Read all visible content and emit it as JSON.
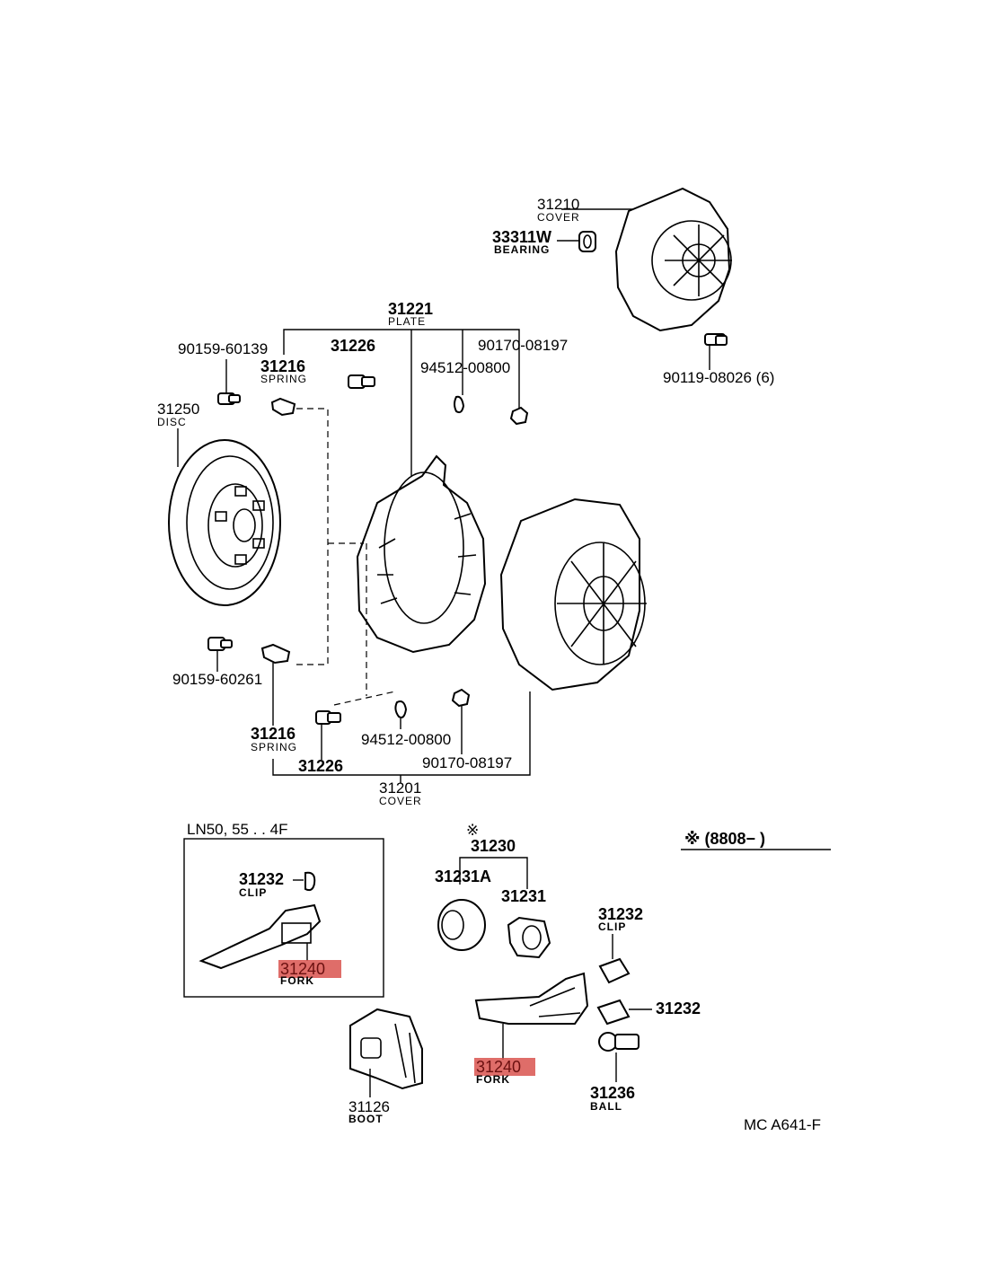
{
  "labels": {
    "cover_31210": {
      "number": "31210",
      "name": "COVER"
    },
    "bearing_33311w": {
      "number": "33311W",
      "name": "BEARING"
    },
    "bolt_90119": {
      "number": "90119-08026 (6)"
    },
    "plate_31221": {
      "number": "31221",
      "name": "PLATE"
    },
    "bolt_90159_60139": {
      "number": "90159-60139"
    },
    "spring_31216_top": {
      "number": "31216",
      "name": "SPRING"
    },
    "bolt_31226_top": {
      "number": "31226"
    },
    "pin_94512_top": {
      "number": "94512-00800"
    },
    "nut_90170_top": {
      "number": "90170-08197"
    },
    "disc_31250": {
      "number": "31250",
      "name": "DISC"
    },
    "bolt_90159_60261": {
      "number": "90159-60261"
    },
    "spring_31216_bottom": {
      "number": "31216",
      "name": "SPRING"
    },
    "bolt_31226_bottom": {
      "number": "31226"
    },
    "pin_94512_bottom": {
      "number": "94512-00800"
    },
    "nut_90170_bottom": {
      "number": "90170-08197"
    },
    "cover_31201": {
      "number": "31201",
      "name": "COVER"
    },
    "inset_title": "LN50, 55 . . 4F",
    "clip_31232_inset": {
      "number": "31232",
      "name": "CLIP"
    },
    "fork_31240_inset": {
      "number": "31240",
      "name": "FORK"
    },
    "bearing_asm_31230": {
      "number": "31230",
      "mark": "※"
    },
    "bearing_31231a": {
      "number": "31231A"
    },
    "hub_31231": {
      "number": "31231"
    },
    "clip_31232_upper": {
      "number": "31232",
      "name": "CLIP"
    },
    "clip_31232_lower": {
      "number": "31232"
    },
    "fork_31240_main": {
      "number": "31240",
      "name": "FORK"
    },
    "boot_31126": {
      "number": "31126",
      "name": "BOOT"
    },
    "ball_31236": {
      "number": "31236",
      "name": "BALL"
    },
    "date_note": "※ (8808−        )",
    "drawing_code": "MC A641-F"
  },
  "colors": {
    "highlight": "#d9534f",
    "ink": "#000000"
  }
}
